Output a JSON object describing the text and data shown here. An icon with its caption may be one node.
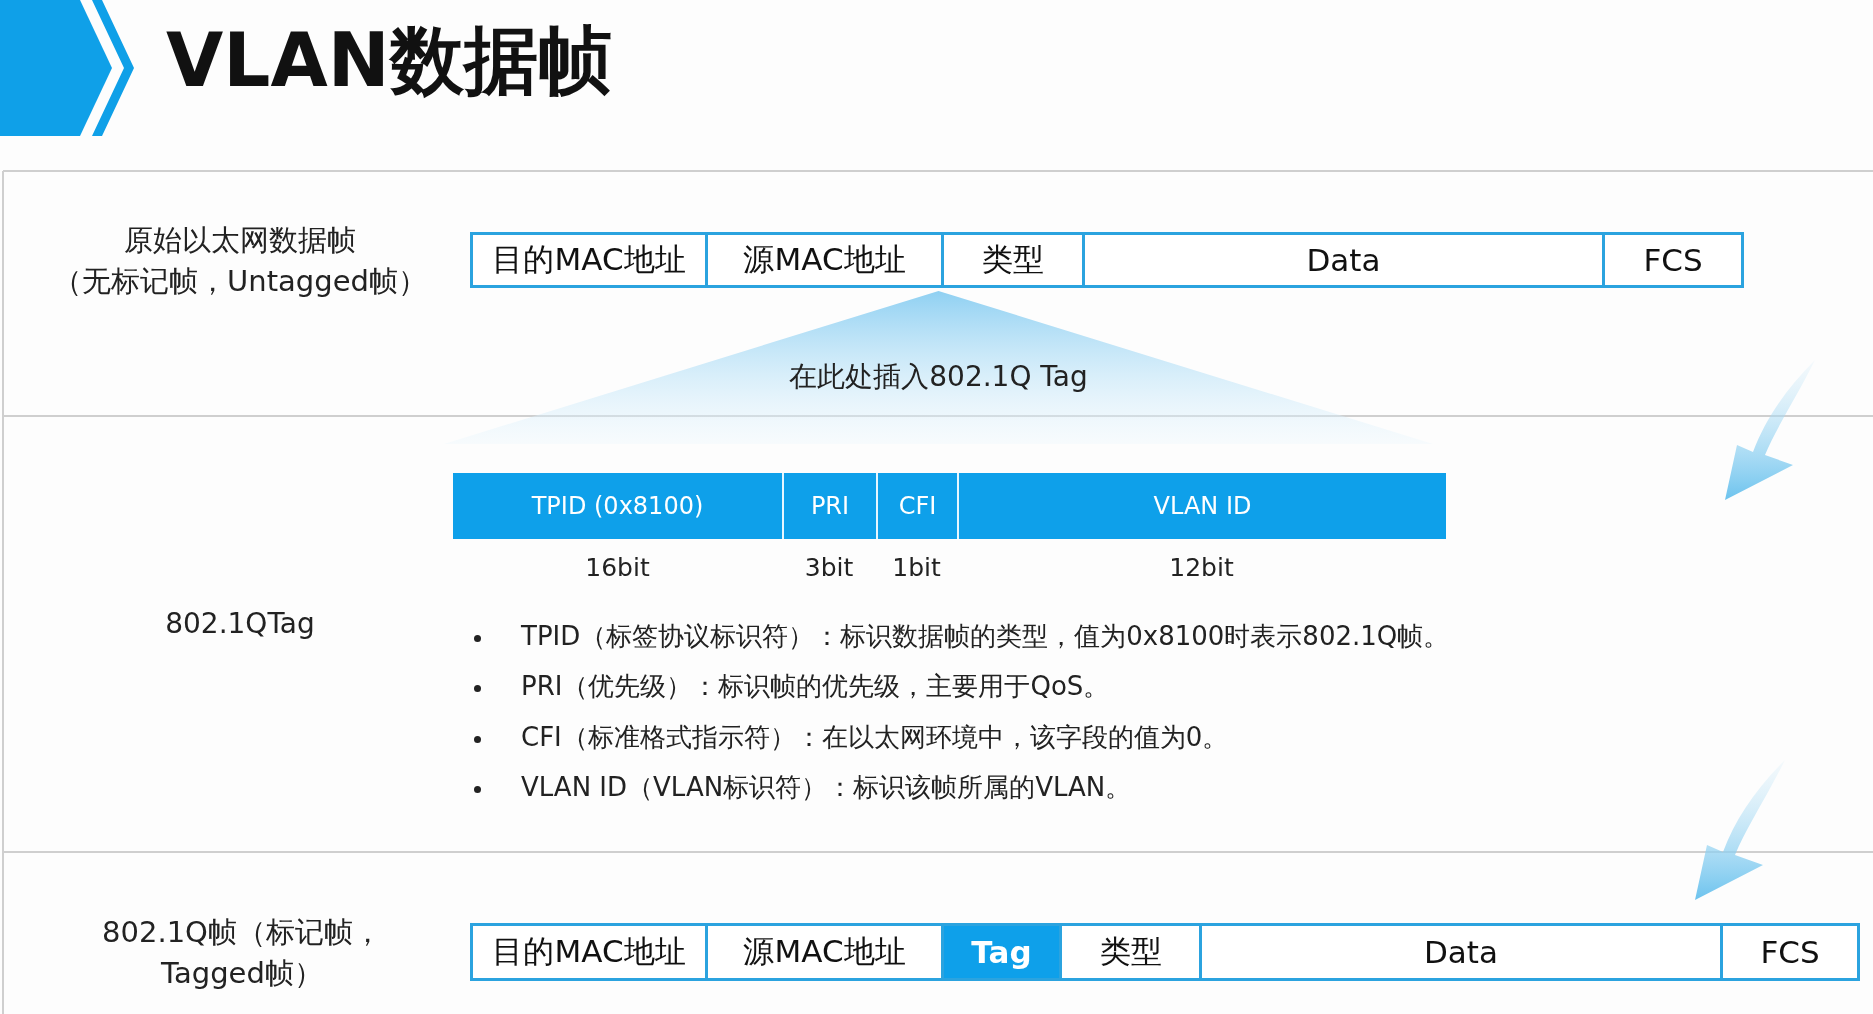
{
  "diagram": {
    "title": "VLAN数据帧",
    "nodes": [
      {
        "text": [
          "目的MAC地址"
        ]
      },
      {
        "text": [
          "源MAC地址"
        ]
      },
      {
        "text": [
          "类型"
        ]
      },
      {
        "text": [
          "Data"
        ]
      },
      {
        "text": [
          "FCS"
        ]
      },
      {
        "text": [
          "在此处插入802.1Q Tag"
        ]
      },
      {
        "text": [
          "TPID (0x8100)"
        ],
        "beside": [
          "16bit"
        ]
      },
      {
        "text": [
          "PRI"
        ],
        "beside": [
          "3bit"
        ]
      },
      {
        "text": [
          "CFI"
        ],
        "beside": [
          "1bit"
        ]
      },
      {
        "text": [
          "VLAN ID"
        ],
        "beside": [
          "12bit"
        ]
      },
      {
        "text": [
          "目的MAC地址"
        ]
      },
      {
        "text": [
          "源MAC地址"
        ]
      },
      {
        "text": [
          "Tag"
        ]
      },
      {
        "text": [
          "类型"
        ]
      },
      {
        "text": [
          "Data"
        ]
      },
      {
        "text": [
          "FCS"
        ]
      }
    ],
    "labels": [
      "原始以太网数据帧（无标记帧，Untagged帧）",
      "802.1QTag",
      "TPID（标签协议标识符）：标识数据帧的类型，值为0x8100时表示802.1Q帧。",
      "PRI（优先级）：标识帧的优先级，主要用于QoS。",
      "CFI（标准格式指示符）：在以太网环境中，该字段的值为0。",
      "VLAN ID（VLAN标识符）：标识该帧所属的VLAN。",
      "802.1Q帧（标记帧，Tagged帧）"
    ]
  }
}
